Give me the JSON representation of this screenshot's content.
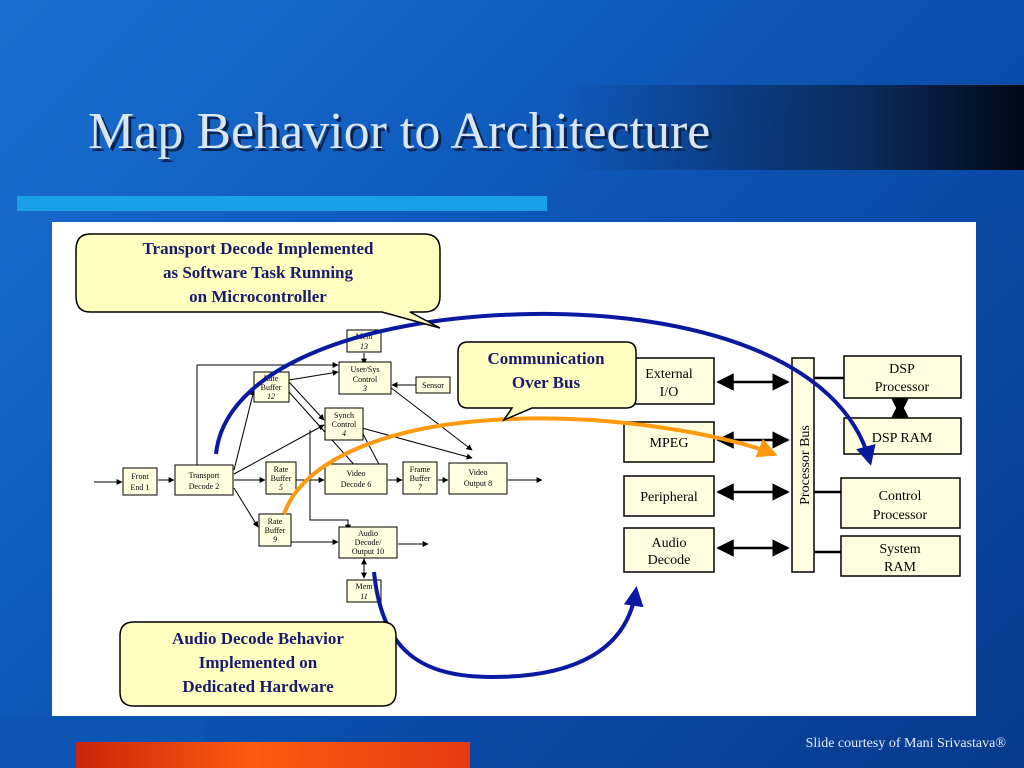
{
  "slide": {
    "title": "Map Behavior to Architecture",
    "credit": "Slide courtesy of  Mani Srivastava®"
  },
  "diagram": {
    "callout_top": [
      "Transport Decode Implemented",
      "as Software Task Running",
      "on Microcontroller"
    ],
    "callout_comm": [
      "Communication",
      "Over Bus"
    ],
    "callout_bottom": [
      "Audio Decode Behavior",
      "Implemented on",
      "Dedicated Hardware"
    ],
    "blocks": {
      "front_end": [
        "Front",
        "End  1"
      ],
      "transport_decode": [
        "Transport",
        "Decode  2"
      ],
      "rate_buffer_12": [
        "Rate",
        "Buffer",
        "12"
      ],
      "mem_13": [
        "Mem",
        "13"
      ],
      "user_sys_control": [
        "User/Sys",
        "Control",
        "3"
      ],
      "sensor": "Sensor",
      "synch_control": [
        "Synch",
        "Control",
        "4"
      ],
      "rate_buffer_5": [
        "Rate",
        "Buffer",
        "5"
      ],
      "video_decode": [
        "Video",
        "Decode  6"
      ],
      "frame_buffer": [
        "Frame",
        "Buffer",
        "7"
      ],
      "video_output": [
        "Video",
        "Output  8"
      ],
      "rate_buffer_9": [
        "Rate",
        "Buffer",
        "9"
      ],
      "audio_decode_output": [
        "Audio",
        "Decode/",
        "Output  10"
      ],
      "mem_11": [
        "Mem",
        "11"
      ]
    },
    "architecture": {
      "external_io": [
        "External",
        "I/O"
      ],
      "mpeg": "MPEG",
      "peripheral": "Peripheral",
      "audio_decode": [
        "Audio",
        "Decode"
      ],
      "processor_bus": "Processor Bus",
      "dsp_processor": [
        "DSP",
        "Processor"
      ],
      "dsp_ram": "DSP RAM",
      "control_processor": [
        "Control",
        "Processor"
      ],
      "system_ram": [
        "System",
        "RAM"
      ]
    },
    "colors": {
      "callout_fill": "#ffffc0",
      "arch_fill": "#ffffe0",
      "mapping_arrow": "#0a1aa0",
      "comm_arrow": "#ff9a10"
    }
  }
}
